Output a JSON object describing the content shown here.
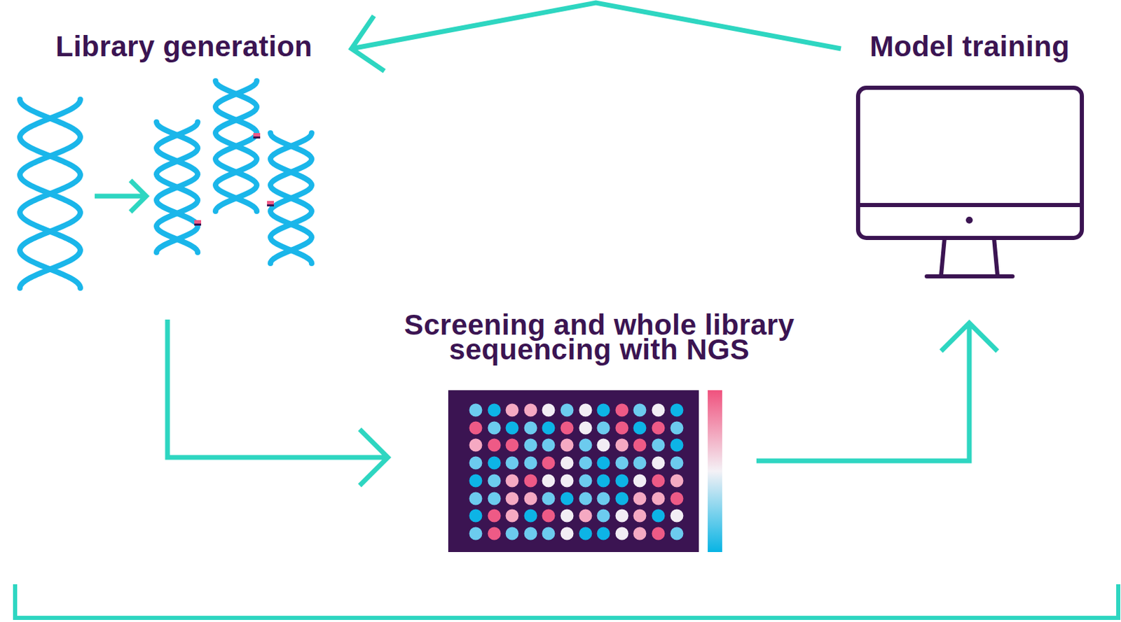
{
  "diagram": {
    "nodes": [
      {
        "text": [
          "Library generation"
        ]
      },
      {
        "text": [
          "Screening and whole library sequencing with NGS"
        ]
      },
      {
        "text": [
          "Model training"
        ]
      }
    ],
    "edges": [
      {
        "from": 0,
        "to": 1,
        "arrow": "to"
      },
      {
        "from": 1,
        "to": 2,
        "arrow": "to"
      },
      {
        "from": 2,
        "to": 0,
        "arrow": "to"
      }
    ]
  }
}
